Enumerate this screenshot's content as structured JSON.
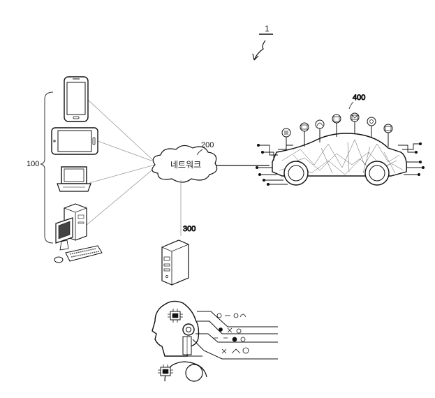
{
  "figure_ref": "1",
  "labels": {
    "devices": "100",
    "network_ref": "200",
    "server_ref": "300",
    "vehicle_ref": "400"
  },
  "network_text": "네트워크",
  "colors": {
    "line": "#111111",
    "thin_line": "#9a9a9a",
    "fill": "#ffffff"
  },
  "icons": {
    "devices": [
      "smartphone-icon",
      "tablet-icon",
      "laptop-icon",
      "desktop-computer-icon"
    ],
    "server": "server-tower-icon",
    "vehicle": "connected-car-icon",
    "ai": "ai-robot-head-icon"
  }
}
